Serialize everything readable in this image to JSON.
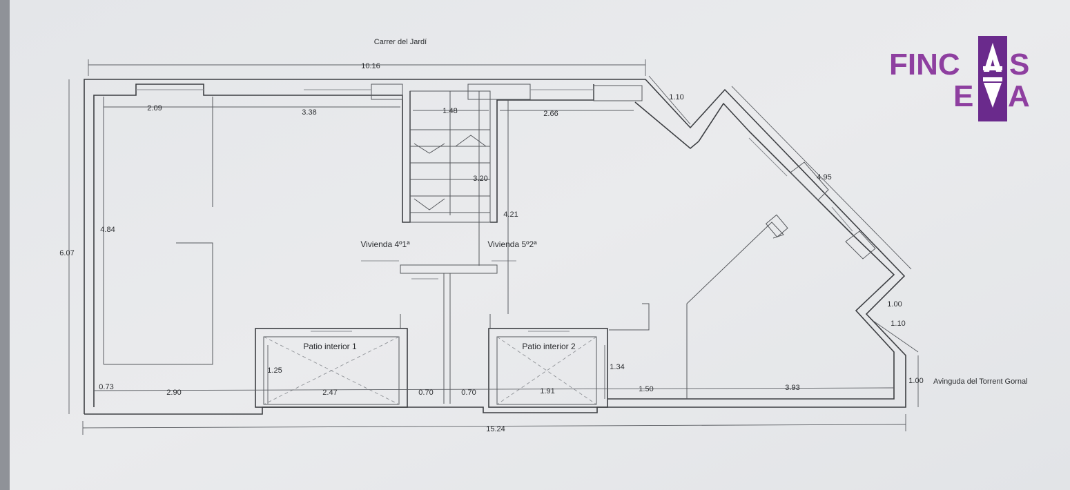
{
  "streets": {
    "top": "Carrer del Jardí",
    "right": "Avinguda del Torrent Gornal"
  },
  "rooms": {
    "flat_left": "Vivienda 4º1ª",
    "flat_right": "Vivienda 5º2ª",
    "patio_1": "Patio interior 1",
    "patio_2": "Patio interior 2"
  },
  "dimensions": {
    "top_total": "10.16",
    "bottom_total": "15.24",
    "left_height": "6.07",
    "top_a": "2.09",
    "top_b": "3.38",
    "stair_width": "1.48",
    "top_c": "2.66",
    "corner_a": "1.10",
    "diagonal": "4.95",
    "stair_height": "3.20",
    "inner_height": "4.21",
    "left_inner_height": "4.84",
    "corner_b": "1.00",
    "corner_c": "1.10",
    "right_end": "1.00",
    "bottom_a": "0.73",
    "bottom_b": "2.90",
    "patio1_height": "1.25",
    "patio1_width": "2.47",
    "bottom_c": "0.70",
    "bottom_d": "0.70",
    "patio2_width": "1.91",
    "patio2_height": "1.34",
    "bottom_e": "1.50",
    "bottom_f": "3.93"
  },
  "logo": {
    "line1_left": "FINC",
    "line1_right": "S",
    "line2_left": "E",
    "line2_right": "A",
    "accent": "#8e3fa0",
    "bar": "#6a2a8c"
  },
  "colors": {
    "paper": "#e7e8ea",
    "line": "#3c3e42"
  }
}
